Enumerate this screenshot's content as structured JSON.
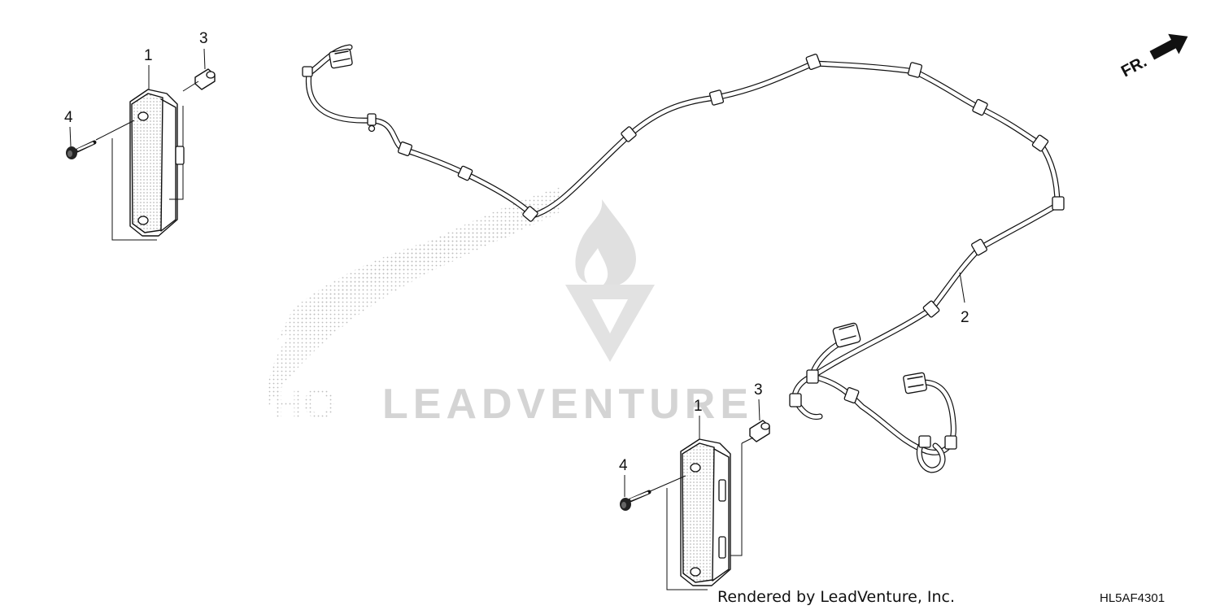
{
  "diagram": {
    "callouts": {
      "top_lamp": "1",
      "top_collar": "3",
      "top_screw": "4",
      "harness": "2",
      "bottom_lamp": "1",
      "bottom_collar": "3",
      "bottom_screw": "4"
    },
    "direction_label": "FR.",
    "footer_credit": "Rendered by LeadVenture, Inc.",
    "diagram_code": "HL5AF4301",
    "watermark_text": "LEADVENTURE"
  }
}
